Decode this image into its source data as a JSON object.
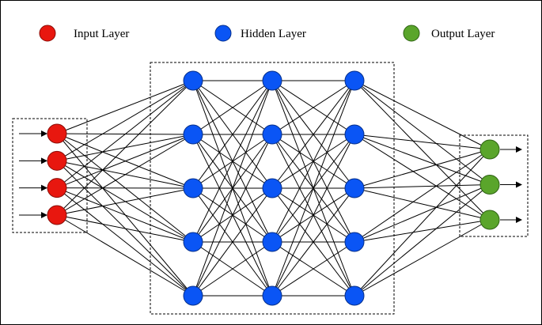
{
  "legend": {
    "input_label": "Input Layer",
    "hidden_label": "Hidden Layer",
    "output_label": "Output Layer"
  },
  "colors": {
    "input": "#e8170f",
    "input_stroke": "#8a0e08",
    "hidden": "#0a55f5",
    "hidden_stroke": "#07308a",
    "output": "#5aa52b",
    "output_stroke": "#2f6314",
    "edge": "#000000",
    "frame": "#000000"
  },
  "network": {
    "input_nodes": 4,
    "hidden_layers": 3,
    "hidden_nodes_per_layer": 5,
    "output_nodes": 3
  }
}
